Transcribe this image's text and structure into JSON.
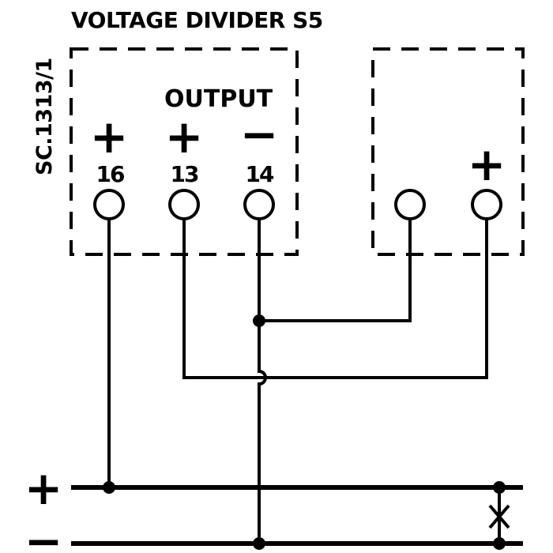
{
  "title": "VOLTAGE DIVIDER S5",
  "side_label": "SC.1313/1",
  "output_label": "OUTPUT",
  "terminals": [
    {
      "number": "16",
      "polarity": "+"
    },
    {
      "number": "13",
      "polarity": "+"
    },
    {
      "number": "14",
      "polarity": "−"
    }
  ],
  "right_box": {
    "polarity": "+"
  },
  "rails": {
    "positive": "+",
    "negative": "−"
  },
  "colors": {
    "ink": "#000000",
    "background": "#ffffff"
  }
}
